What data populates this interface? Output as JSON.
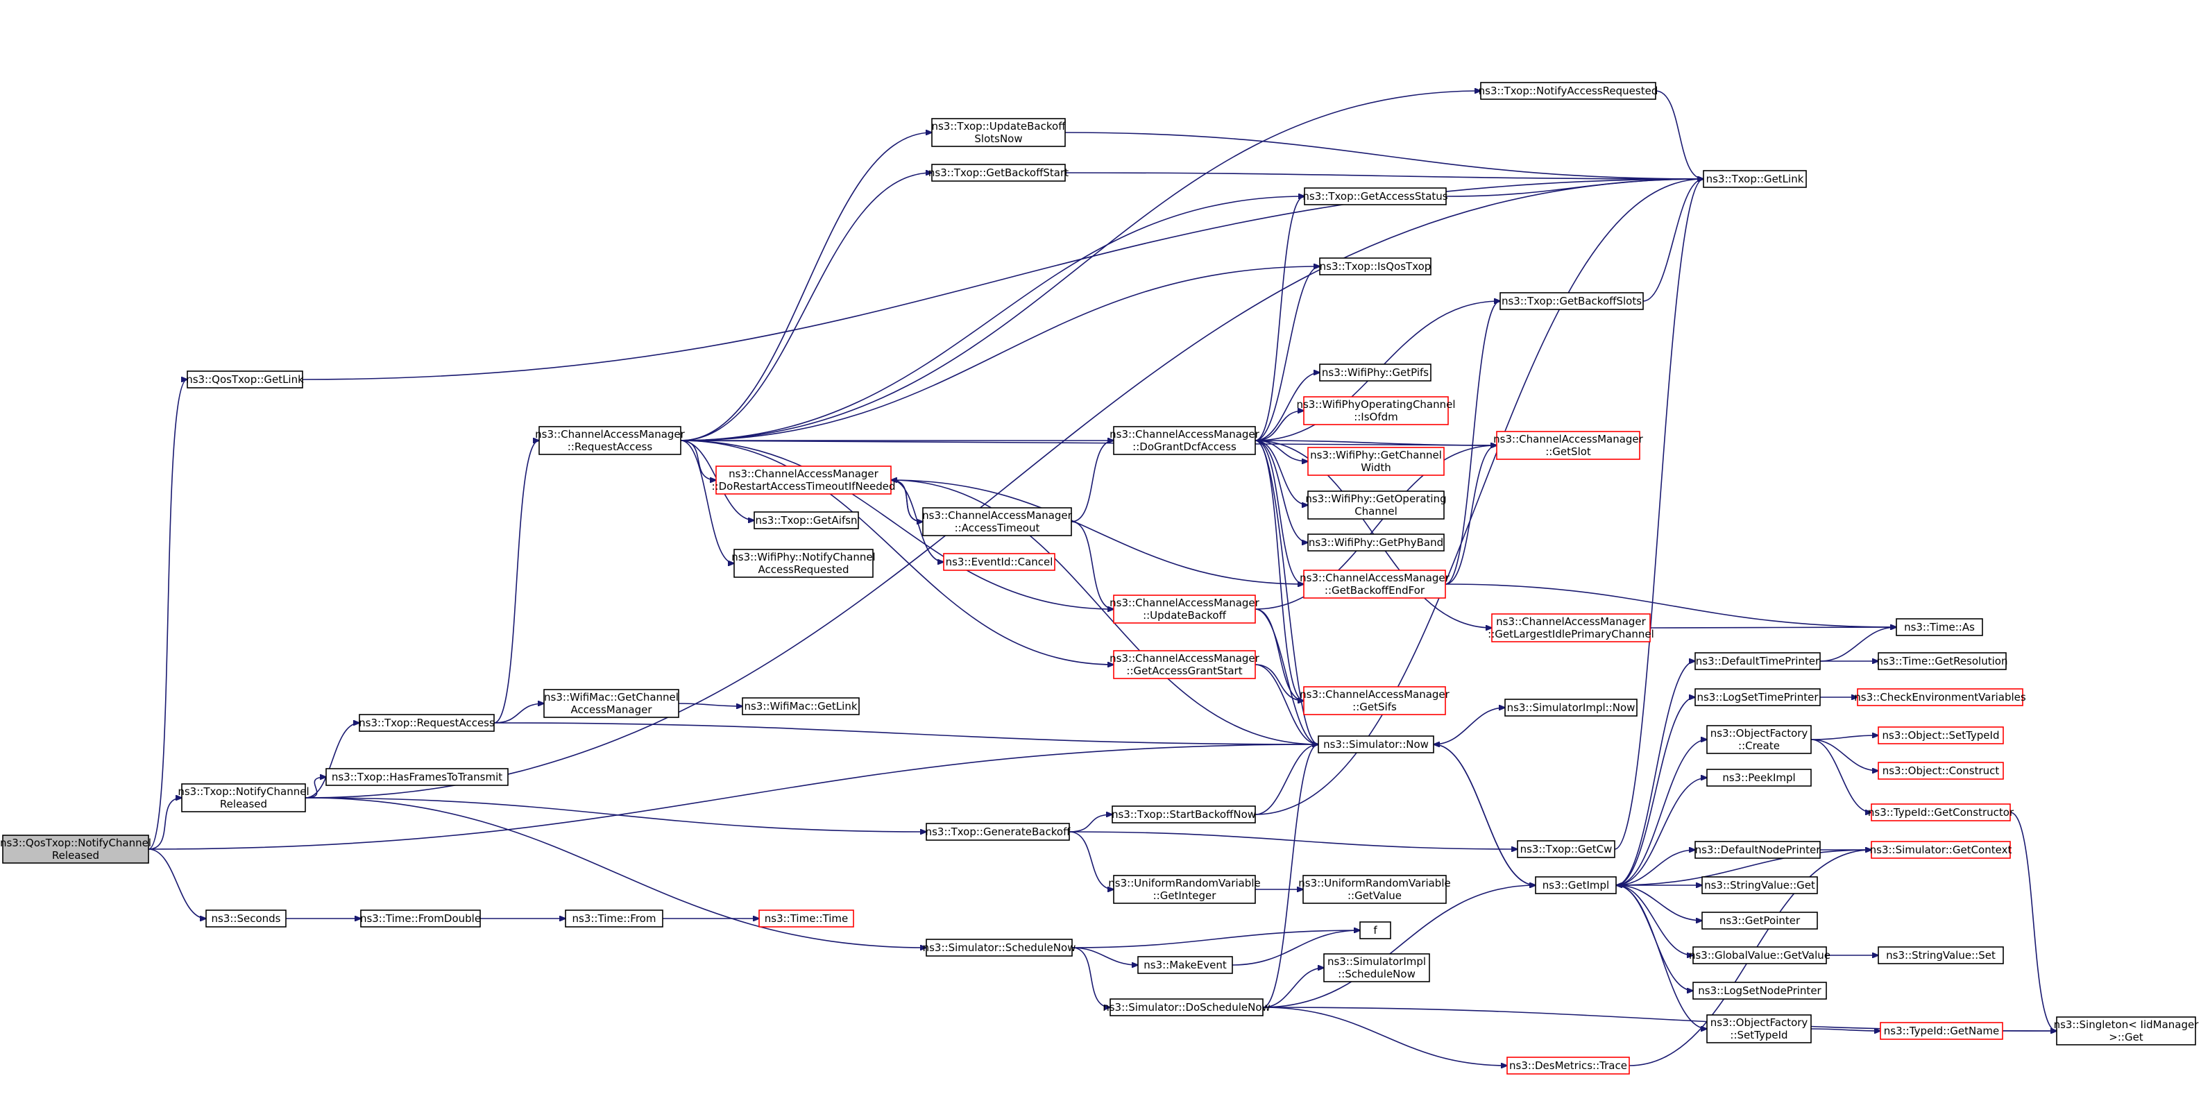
{
  "nodes": [
    {
      "id": "root",
      "lines": [
        "ns3::QosTxop::NotifyChannel",
        "Released"
      ],
      "style": "root"
    },
    {
      "id": "qosGetLink",
      "lines": [
        "ns3::QosTxop::GetLink"
      ]
    },
    {
      "id": "txopNotifyChReleased",
      "lines": [
        "ns3::Txop::NotifyChannel",
        "Released"
      ]
    },
    {
      "id": "seconds",
      "lines": [
        "ns3::Seconds"
      ]
    },
    {
      "id": "txopReqAccess",
      "lines": [
        "ns3::Txop::RequestAccess"
      ]
    },
    {
      "id": "hasFrames",
      "lines": [
        "ns3::Txop::HasFramesToTransmit"
      ]
    },
    {
      "id": "camReqAccess",
      "lines": [
        "ns3::ChannelAccessManager",
        "::RequestAccess"
      ]
    },
    {
      "id": "wifiMacGetCam",
      "lines": [
        "ns3::WifiMac::GetChannel",
        "AccessManager"
      ]
    },
    {
      "id": "wifiMacGetLink",
      "lines": [
        "ns3::WifiMac::GetLink"
      ]
    },
    {
      "id": "timeFromDouble",
      "lines": [
        "ns3::Time::FromDouble"
      ]
    },
    {
      "id": "timeFrom",
      "lines": [
        "ns3::Time::From"
      ]
    },
    {
      "id": "timeTime",
      "lines": [
        "ns3::Time::Time"
      ],
      "style": "red"
    },
    {
      "id": "updBackoffSlots",
      "lines": [
        "ns3::Txop::UpdateBackoff",
        "SlotsNow"
      ]
    },
    {
      "id": "getBackoffStart",
      "lines": [
        "ns3::Txop::GetBackoffStart"
      ]
    },
    {
      "id": "notifyAccessReq",
      "lines": [
        "ns3::Txop::NotifyAccessRequested"
      ]
    },
    {
      "id": "getAccessStatus",
      "lines": [
        "ns3::Txop::GetAccessStatus"
      ]
    },
    {
      "id": "isQosTxop",
      "lines": [
        "ns3::Txop::IsQosTxop"
      ]
    },
    {
      "id": "txopGetLink",
      "lines": [
        "ns3::Txop::GetLink"
      ]
    },
    {
      "id": "getBackoffSlots",
      "lines": [
        "ns3::Txop::GetBackoffSlots"
      ]
    },
    {
      "id": "getPifs",
      "lines": [
        "ns3::WifiPhy::GetPifs"
      ]
    },
    {
      "id": "isOfdm",
      "lines": [
        "ns3::WifiPhyOperatingChannel",
        "::IsOfdm"
      ],
      "style": "red"
    },
    {
      "id": "getChWidth",
      "lines": [
        "ns3::WifiPhy::GetChannel",
        "Width"
      ],
      "style": "red"
    },
    {
      "id": "getOpCh",
      "lines": [
        "ns3::WifiPhy::GetOperating",
        "Channel"
      ]
    },
    {
      "id": "getPhyBand",
      "lines": [
        "ns3::WifiPhy::GetPhyBand"
      ]
    },
    {
      "id": "camGetSlot",
      "lines": [
        "ns3::ChannelAccessManager",
        "::GetSlot"
      ],
      "style": "red"
    },
    {
      "id": "camDoGrant",
      "lines": [
        "ns3::ChannelAccessManager",
        "::DoGrantDcfAccess"
      ]
    },
    {
      "id": "camDoRestart",
      "lines": [
        "ns3::ChannelAccessManager",
        "::DoRestartAccessTimeoutIfNeeded"
      ],
      "style": "red"
    },
    {
      "id": "txopGetAifsn",
      "lines": [
        "ns3::Txop::GetAifsn"
      ]
    },
    {
      "id": "camAccessTimeout",
      "lines": [
        "ns3::ChannelAccessManager",
        "::AccessTimeout"
      ]
    },
    {
      "id": "eventIdCancel",
      "lines": [
        "ns3::EventId::Cancel"
      ],
      "style": "red"
    },
    {
      "id": "notifyChAccReq",
      "lines": [
        "ns3::WifiPhy::NotifyChannel",
        "AccessRequested"
      ]
    },
    {
      "id": "camUpdBackoff",
      "lines": [
        "ns3::ChannelAccessManager",
        "::UpdateBackoff"
      ],
      "style": "red"
    },
    {
      "id": "camGetBackoffEnd",
      "lines": [
        "ns3::ChannelAccessManager",
        "::GetBackoffEndFor"
      ],
      "style": "red"
    },
    {
      "id": "camGetLargest",
      "lines": [
        "ns3::ChannelAccessManager",
        "::GetLargestIdlePrimaryChannel"
      ],
      "style": "red"
    },
    {
      "id": "timeAs",
      "lines": [
        "ns3::Time::As"
      ]
    },
    {
      "id": "camGetAccessGrant",
      "lines": [
        "ns3::ChannelAccessManager",
        "::GetAccessGrantStart"
      ],
      "style": "red"
    },
    {
      "id": "camGetSifs",
      "lines": [
        "ns3::ChannelAccessManager",
        "::GetSifs"
      ],
      "style": "red"
    },
    {
      "id": "defTimePrinter",
      "lines": [
        "ns3::DefaultTimePrinter"
      ]
    },
    {
      "id": "timeGetRes",
      "lines": [
        "ns3::Time::GetResolution"
      ]
    },
    {
      "id": "logSetTimePrinter",
      "lines": [
        "ns3::LogSetTimePrinter"
      ]
    },
    {
      "id": "checkEnv",
      "lines": [
        "ns3::CheckEnvironmentVariables"
      ],
      "style": "red"
    },
    {
      "id": "simImplNow",
      "lines": [
        "ns3::SimulatorImpl::Now"
      ]
    },
    {
      "id": "simNow",
      "lines": [
        "ns3::Simulator::Now"
      ]
    },
    {
      "id": "objFactCreate",
      "lines": [
        "ns3::ObjectFactory",
        "::Create"
      ]
    },
    {
      "id": "objSetTypeId",
      "lines": [
        "ns3::Object::SetTypeId"
      ],
      "style": "red"
    },
    {
      "id": "objConstruct",
      "lines": [
        "ns3::Object::Construct"
      ],
      "style": "red"
    },
    {
      "id": "peekImpl",
      "lines": [
        "ns3::PeekImpl"
      ]
    },
    {
      "id": "typeIdGetCtor",
      "lines": [
        "ns3::TypeId::GetConstructor"
      ],
      "style": "red"
    },
    {
      "id": "txopGenBackoff",
      "lines": [
        "ns3::Txop::GenerateBackoff"
      ]
    },
    {
      "id": "txopStartBackoff",
      "lines": [
        "ns3::Txop::StartBackoffNow"
      ]
    },
    {
      "id": "txopGetCw",
      "lines": [
        "ns3::Txop::GetCw"
      ]
    },
    {
      "id": "uniformGetInt",
      "lines": [
        "ns3::UniformRandomVariable",
        "::GetInteger"
      ]
    },
    {
      "id": "uniformGetVal",
      "lines": [
        "ns3::UniformRandomVariable",
        "::GetValue"
      ]
    },
    {
      "id": "getImpl",
      "lines": [
        "ns3::GetImpl"
      ]
    },
    {
      "id": "defNodePrinter",
      "lines": [
        "ns3::DefaultNodePrinter"
      ]
    },
    {
      "id": "simGetContext",
      "lines": [
        "ns3::Simulator::GetContext"
      ],
      "style": "red"
    },
    {
      "id": "strValGet",
      "lines": [
        "ns3::StringValue::Get"
      ]
    },
    {
      "id": "getPointer",
      "lines": [
        "ns3::GetPointer"
      ]
    },
    {
      "id": "globalValGet",
      "lines": [
        "ns3::GlobalValue::GetValue"
      ]
    },
    {
      "id": "strValSet",
      "lines": [
        "ns3::StringValue::Set"
      ]
    },
    {
      "id": "logSetNodePrinter",
      "lines": [
        "ns3::LogSetNodePrinter"
      ]
    },
    {
      "id": "objFactSetTypeId",
      "lines": [
        "ns3::ObjectFactory",
        "::SetTypeId"
      ]
    },
    {
      "id": "typeIdGetName",
      "lines": [
        "ns3::TypeId::GetName"
      ],
      "style": "red"
    },
    {
      "id": "singletonGet",
      "lines": [
        "ns3::Singleton< IidManager",
        ">::Get"
      ]
    },
    {
      "id": "simSchedNow",
      "lines": [
        "ns3::Simulator::ScheduleNow"
      ]
    },
    {
      "id": "fNode",
      "lines": [
        "f"
      ]
    },
    {
      "id": "makeEvent",
      "lines": [
        "ns3::MakeEvent"
      ]
    },
    {
      "id": "simImplSchedNow",
      "lines": [
        "ns3::SimulatorImpl",
        "::ScheduleNow"
      ]
    },
    {
      "id": "simDoSchedNow",
      "lines": [
        "ns3::Simulator::DoScheduleNow"
      ]
    },
    {
      "id": "desTrace",
      "lines": [
        "ns3::DesMetrics::Trace"
      ],
      "style": "red"
    }
  ],
  "edges": [
    [
      "root",
      "qosGetLink"
    ],
    [
      "root",
      "txopNotifyChReleased"
    ],
    [
      "root",
      "seconds"
    ],
    [
      "root",
      "simNow"
    ],
    [
      "qosGetLink",
      "txopGetLink"
    ],
    [
      "txopNotifyChReleased",
      "txopGetLink"
    ],
    [
      "txopNotifyChReleased",
      "txopReqAccess"
    ],
    [
      "txopNotifyChReleased",
      "hasFrames"
    ],
    [
      "txopNotifyChReleased",
      "txopGenBackoff"
    ],
    [
      "txopNotifyChReleased",
      "simSchedNow"
    ],
    [
      "seconds",
      "timeFromDouble"
    ],
    [
      "timeFromDouble",
      "timeFrom"
    ],
    [
      "timeFrom",
      "timeTime"
    ],
    [
      "txopReqAccess",
      "camReqAccess"
    ],
    [
      "txopReqAccess",
      "wifiMacGetCam"
    ],
    [
      "txopReqAccess",
      "simNow"
    ],
    [
      "wifiMacGetCam",
      "wifiMacGetLink"
    ],
    [
      "camReqAccess",
      "notifyAccessReq"
    ],
    [
      "camReqAccess",
      "updBackoffSlots"
    ],
    [
      "camReqAccess",
      "getBackoffStart"
    ],
    [
      "camReqAccess",
      "getAccessStatus"
    ],
    [
      "camReqAccess",
      "isQosTxop"
    ],
    [
      "camReqAccess",
      "camGetSlot"
    ],
    [
      "camReqAccess",
      "camDoGrant"
    ],
    [
      "camReqAccess",
      "camDoRestart"
    ],
    [
      "camReqAccess",
      "txopGetAifsn"
    ],
    [
      "camReqAccess",
      "notifyChAccReq"
    ],
    [
      "camReqAccess",
      "camUpdBackoff"
    ],
    [
      "camReqAccess",
      "camGetAccessGrant"
    ],
    [
      "notifyAccessReq",
      "txopGetLink"
    ],
    [
      "updBackoffSlots",
      "txopGetLink"
    ],
    [
      "getBackoffStart",
      "txopGetLink"
    ],
    [
      "getAccessStatus",
      "txopGetLink"
    ],
    [
      "getBackoffSlots",
      "txopGetLink"
    ],
    [
      "camDoGrant",
      "getAccessStatus"
    ],
    [
      "camDoGrant",
      "isQosTxop"
    ],
    [
      "camDoGrant",
      "getBackoffSlots"
    ],
    [
      "camDoGrant",
      "getPifs"
    ],
    [
      "camDoGrant",
      "isOfdm"
    ],
    [
      "camDoGrant",
      "getChWidth"
    ],
    [
      "camDoGrant",
      "getOpCh"
    ],
    [
      "camDoGrant",
      "getPhyBand"
    ],
    [
      "camDoGrant",
      "camGetSlot"
    ],
    [
      "camDoGrant",
      "camGetBackoffEnd"
    ],
    [
      "camDoGrant",
      "camGetLargest"
    ],
    [
      "camDoGrant",
      "camGetSifs"
    ],
    [
      "camDoGrant",
      "simNow"
    ],
    [
      "camDoRestart",
      "camAccessTimeout"
    ],
    [
      "camDoRestart",
      "eventIdCancel"
    ],
    [
      "camDoRestart",
      "camGetBackoffEnd"
    ],
    [
      "camDoRestart",
      "simNow"
    ],
    [
      "camAccessTimeout",
      "camDoGrant"
    ],
    [
      "camAccessTimeout",
      "camDoRestart"
    ],
    [
      "camAccessTimeout",
      "camUpdBackoff"
    ],
    [
      "camUpdBackoff",
      "camGetSlot"
    ],
    [
      "camUpdBackoff",
      "camGetSifs"
    ],
    [
      "camUpdBackoff",
      "simNow"
    ],
    [
      "camGetBackoffEnd",
      "getBackoffSlots"
    ],
    [
      "camGetBackoffEnd",
      "camGetSlot"
    ],
    [
      "camGetBackoffEnd",
      "timeAs"
    ],
    [
      "camGetLargest",
      "timeAs"
    ],
    [
      "camGetAccessGrant",
      "camGetSifs"
    ],
    [
      "camGetAccessGrant",
      "simNow"
    ],
    [
      "defTimePrinter",
      "timeAs"
    ],
    [
      "defTimePrinter",
      "timeGetRes"
    ],
    [
      "logSetTimePrinter",
      "checkEnv"
    ],
    [
      "simNow",
      "simImplNow"
    ],
    [
      "simNow",
      "getImpl"
    ],
    [
      "objFactCreate",
      "objSetTypeId"
    ],
    [
      "objFactCreate",
      "objConstruct"
    ],
    [
      "objFactCreate",
      "typeIdGetCtor"
    ],
    [
      "typeIdGetCtor",
      "singletonGet"
    ],
    [
      "txopGenBackoff",
      "txopStartBackoff"
    ],
    [
      "txopGenBackoff",
      "txopGetCw"
    ],
    [
      "txopGenBackoff",
      "uniformGetInt"
    ],
    [
      "txopStartBackoff",
      "simNow"
    ],
    [
      "txopStartBackoff",
      "txopGetLink"
    ],
    [
      "txopGetCw",
      "txopGetLink"
    ],
    [
      "uniformGetInt",
      "uniformGetVal"
    ],
    [
      "getImpl",
      "simNow"
    ],
    [
      "getImpl",
      "defTimePrinter"
    ],
    [
      "getImpl",
      "logSetTimePrinter"
    ],
    [
      "getImpl",
      "objFactCreate"
    ],
    [
      "getImpl",
      "peekImpl"
    ],
    [
      "getImpl",
      "defNodePrinter"
    ],
    [
      "getImpl",
      "strValGet"
    ],
    [
      "getImpl",
      "getPointer"
    ],
    [
      "getImpl",
      "globalValGet"
    ],
    [
      "getImpl",
      "logSetNodePrinter"
    ],
    [
      "getImpl",
      "objFactSetTypeId"
    ],
    [
      "defNodePrinter",
      "simGetContext"
    ],
    [
      "simGetContext",
      "getImpl"
    ],
    [
      "globalValGet",
      "strValSet"
    ],
    [
      "objFactSetTypeId",
      "typeIdGetName"
    ],
    [
      "typeIdGetName",
      "singletonGet"
    ],
    [
      "simSchedNow",
      "fNode"
    ],
    [
      "simSchedNow",
      "makeEvent"
    ],
    [
      "simSchedNow",
      "simDoSchedNow"
    ],
    [
      "makeEvent",
      "fNode"
    ],
    [
      "simDoSchedNow",
      "simNow"
    ],
    [
      "simDoSchedNow",
      "getImpl"
    ],
    [
      "simDoSchedNow",
      "simImplSchedNow"
    ],
    [
      "simDoSchedNow",
      "desTrace"
    ],
    [
      "simDoSchedNow",
      "singletonGet"
    ],
    [
      "desTrace",
      "simGetContext"
    ]
  ]
}
